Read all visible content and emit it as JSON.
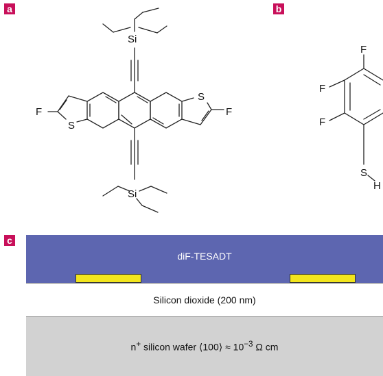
{
  "colors": {
    "badge": "#c8105a",
    "semiconductor": "#5d66b0",
    "gold": "#f2e51c",
    "dielectric": "#ffffff",
    "wafer": "#d2d2d2"
  },
  "panel_a": {
    "label": "a",
    "atoms": {
      "si_top": "Si",
      "si_bottom": "Si",
      "f_left": "F",
      "f_right": "F",
      "s_left": "S",
      "s_right": "S"
    }
  },
  "panel_b": {
    "label": "b",
    "atoms": {
      "f1": "F",
      "f2": "F",
      "f3": "F",
      "s": "S",
      "h": "H"
    }
  },
  "panel_c": {
    "label": "c",
    "semiconductor": "diF-TESADT",
    "dielectric": "Silicon dioxide (200 nm)",
    "wafer": {
      "prefix": "n",
      "sup": "+",
      "middle": " silicon wafer ⟨100⟩ ≈ 10",
      "exp": "−3",
      "unit": " Ω cm"
    }
  }
}
